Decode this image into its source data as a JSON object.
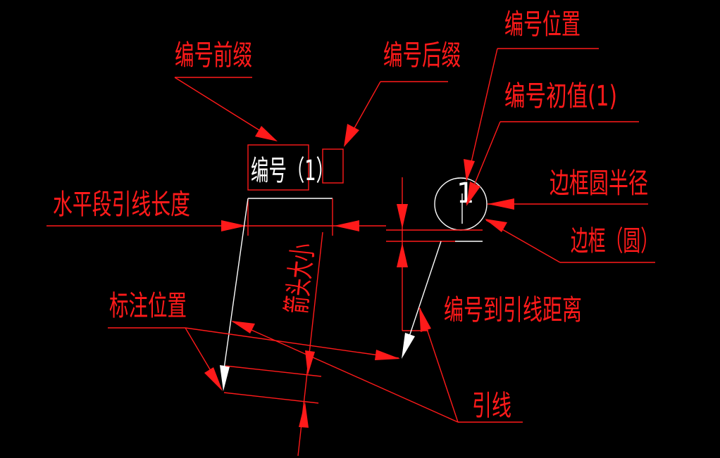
{
  "labels": {
    "prefix": "编号前缀",
    "suffix": "编号后缀",
    "position": "编号位置",
    "initial_value": "编号初值(1)",
    "horizontal_length": "水平段引线长度",
    "circle_radius": "边框圆半径",
    "frame_circle": "边框（圆）",
    "mark_position": "标注位置",
    "arrow_size": "箭头大小",
    "number_to_leader": "编号到引线距离",
    "leader": "引线"
  },
  "sample": {
    "number_text": "编号（1）",
    "digit": "1"
  },
  "colors": {
    "background": "#000000",
    "annotation": "#ff1a1a",
    "sample": "#ffffff"
  }
}
